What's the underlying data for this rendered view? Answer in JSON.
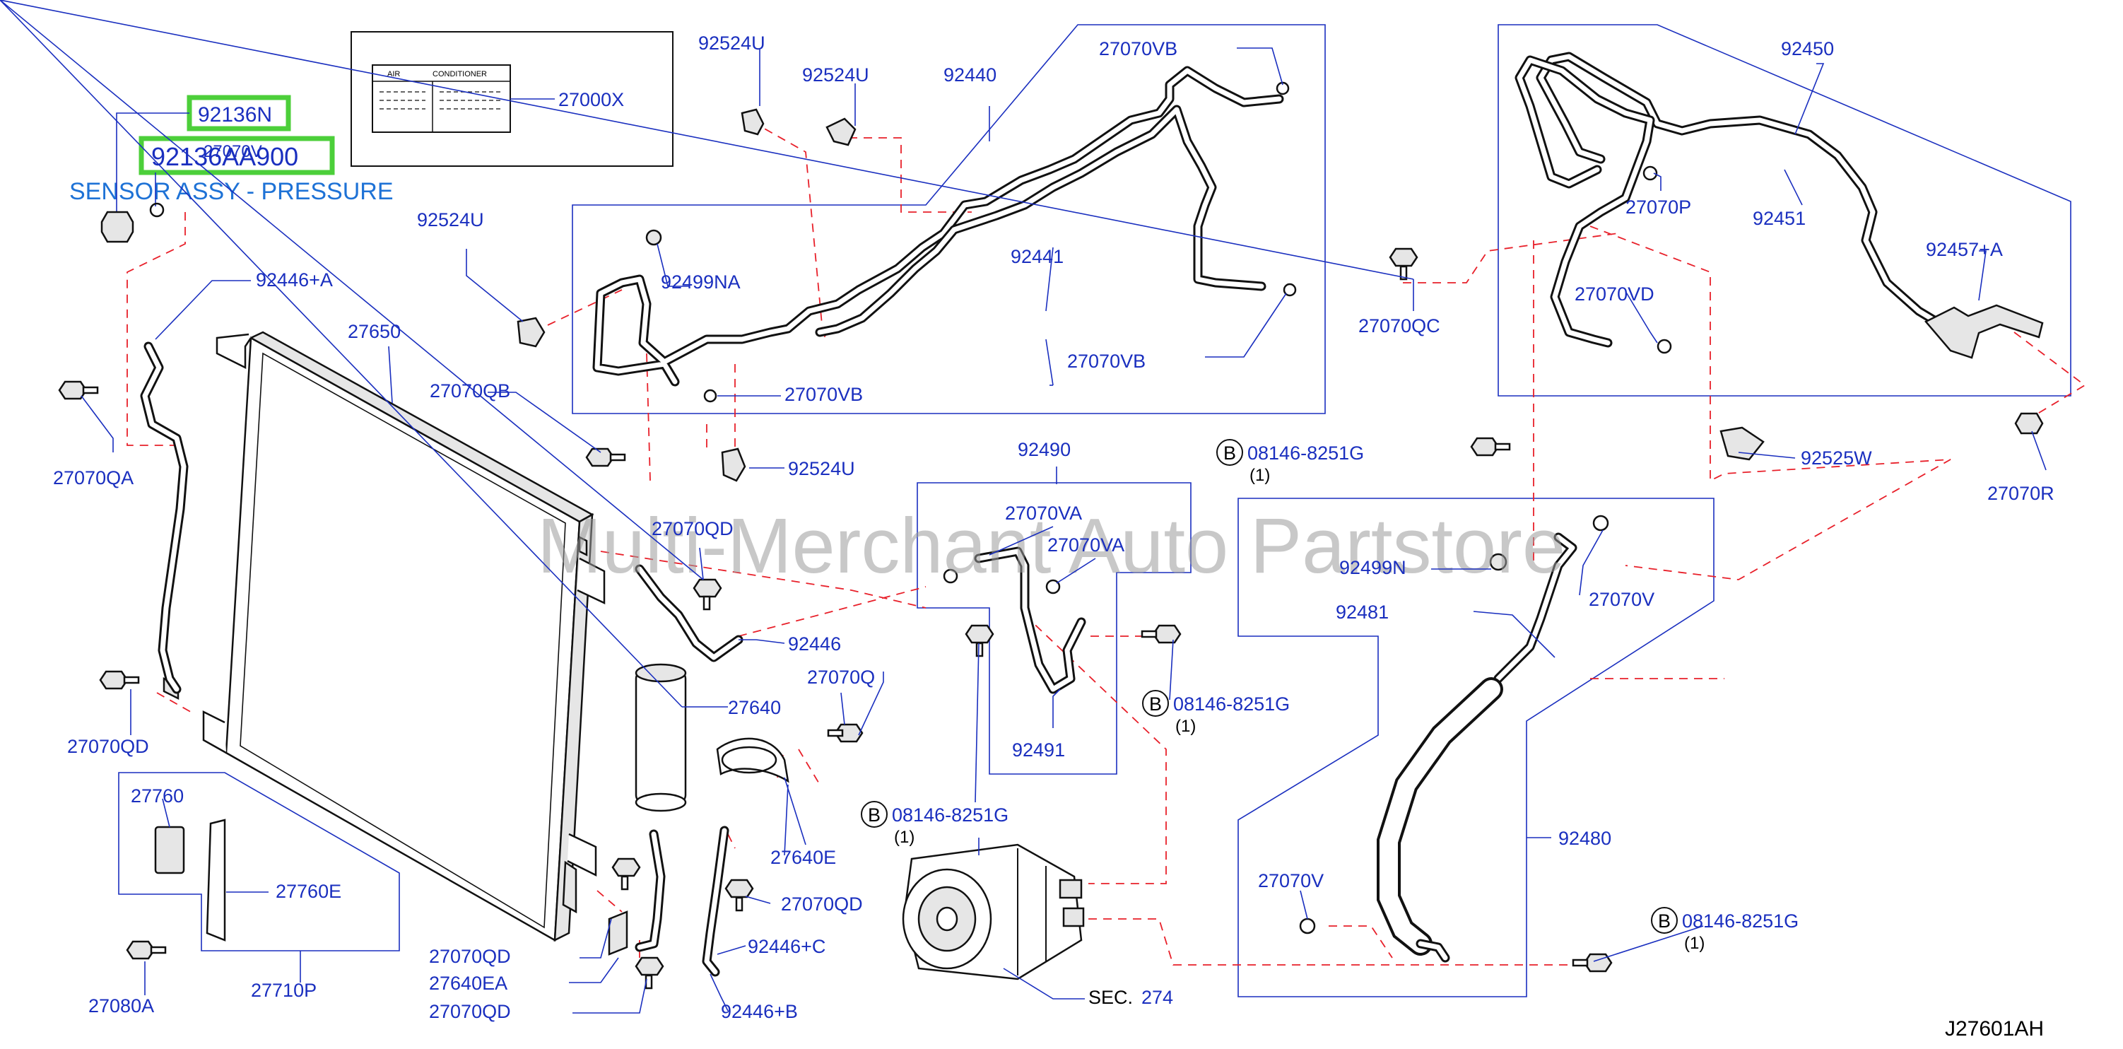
{
  "diagram_code": "J27601AH",
  "watermark": "Multi-Merchant Auto Partstore",
  "label_card": {
    "title_left": "AIR",
    "title_right": "CONDITIONER",
    "part_no": "27000X"
  },
  "highlight": {
    "part_no": "92136N",
    "alt_part_no": "92136AA900",
    "overlap_text": "27070V",
    "description": "SENSOR ASSY - PRESSURE"
  },
  "parts": {
    "p92524U_1": "92524U",
    "p92524U_2": "92524U",
    "p92524U_3": "92524U",
    "p92524U_4": "92524U",
    "p92440": "92440",
    "p27070VB_1": "27070VB",
    "p27070VB_2": "27070VB",
    "p27070VB_3": "27070VB",
    "p92499NA": "92499NA",
    "p92441": "92441",
    "p92450": "92450",
    "p92451": "92451",
    "p27070P": "27070P",
    "p27070QC": "27070QC",
    "p27070VD": "27070VD",
    "p92457A": "92457+A",
    "p92525W": "92525W",
    "p27070R": "27070R",
    "p92446A": "92446+A",
    "p27650": "27650",
    "p27070QA": "27070QA",
    "p27070QB": "27070QB",
    "p27070QD_1": "27070QD",
    "p27070QD_2": "27070QD",
    "p27070QD_3": "27070QD",
    "p27070QD_4": "27070QD",
    "p27070QD_5": "27070QD",
    "p92446": "92446",
    "p92490": "92490",
    "p27070VA_1": "27070VA",
    "p27070VA_2": "27070VA",
    "p92491": "92491",
    "p92499N": "92499N",
    "p27070V_1": "27070V",
    "p27070V_2": "27070V",
    "p92481": "92481",
    "p92480": "92480",
    "p27640": "27640",
    "p27070Q": "27070Q",
    "p27640E": "27640E",
    "p27760": "27760",
    "p27760E": "27760E",
    "p27710P": "27710P",
    "p27080A": "27080A",
    "p27640EA": "27640EA",
    "p92446C": "92446+C",
    "p92446B": "92446+B",
    "sec_label": "SEC.",
    "sec_no": "274"
  },
  "bolts": {
    "b1": {
      "mark": "B",
      "part_no": "08146-8251G",
      "qty": "(1)"
    },
    "b2": {
      "mark": "B",
      "part_no": "08146-8251G",
      "qty": "(1)"
    },
    "b3": {
      "mark": "B",
      "part_no": "08146-8251G",
      "qty": "(1)"
    },
    "b4": {
      "mark": "B",
      "part_no": "08146-8251G",
      "qty": "(1)"
    }
  },
  "colors": {
    "label_blue": "#1a2fbf",
    "sensor_blue": "#1e72d6",
    "dash_red": "#e8202a",
    "highlight_green": "#4ccf3a"
  }
}
